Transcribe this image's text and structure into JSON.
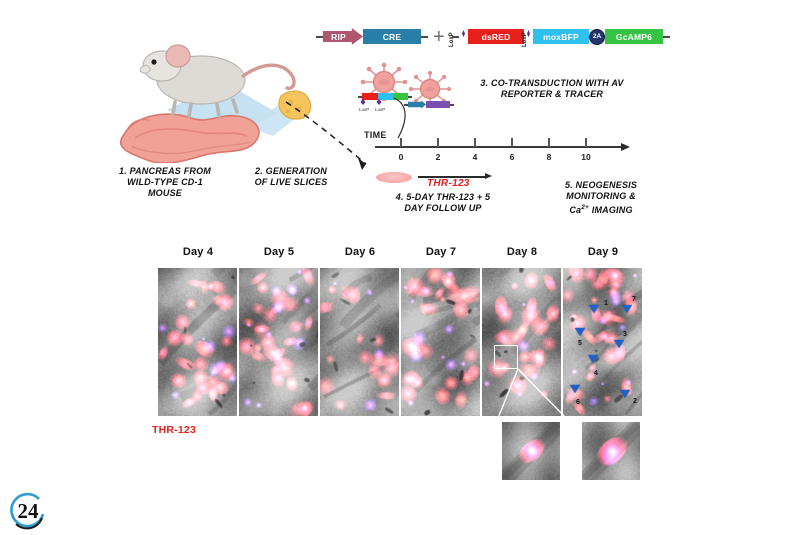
{
  "figure": {
    "page_badge": "24",
    "workflow": {
      "steps": [
        {
          "id": 1,
          "text": "1. PANCREAS FROM\nWILD-TYPE CD-1\nMOUSE"
        },
        {
          "id": 2,
          "text": "2. GENERATION\nOF LIVE SLICES"
        },
        {
          "id": 3,
          "text": "3. CO-TRANSDUCTION WITH AV\nREPORTER & TRACER"
        },
        {
          "id": 4,
          "text": "4. 5-DAY THR-123 + 5\nDAY FOLLOW UP"
        },
        {
          "id": 5,
          "text": "5. NEOGENESIS\nMONITORING &\nCa2+ IMAGING"
        }
      ],
      "step5_lines": [
        "5. NEOGENESIS",
        "MONITORING &",
        "Ca",
        "2+",
        " IMAGING"
      ],
      "constructs": {
        "driver": [
          {
            "label": "RIP",
            "color": "#b1566f",
            "shape": "arrow"
          },
          {
            "label": "CRE",
            "color": "#2a7fa8",
            "shape": "box"
          }
        ],
        "plus_sign": "+",
        "reporter": [
          {
            "label": "dsRED",
            "color": "#e8201c",
            "shape": "box"
          },
          {
            "label": "moxBFP",
            "color": "#2ec0ef",
            "shape": "box"
          },
          {
            "label": "2A",
            "color": "#23356b",
            "shape": "circle"
          },
          {
            "label": "GcAMP6",
            "color": "#35c443",
            "shape": "box"
          }
        ],
        "lox_sites": [
          "LoxP",
          "LoxP"
        ]
      },
      "timeline": {
        "axis_label": "TIME",
        "ticks": [
          "0",
          "2",
          "4",
          "6",
          "8",
          "10"
        ],
        "treatment_label": "THR-123"
      }
    },
    "microscopy": {
      "row_label": "THR-123",
      "day_labels": [
        "Day 4",
        "Day 5",
        "Day 6",
        "Day 7",
        "Day 8",
        "Day 9"
      ],
      "arrow_numbers": [
        "1",
        "2",
        "3",
        "4",
        "5",
        "6",
        "7"
      ],
      "insets_count": 2,
      "roi_panel": "Day 8"
    },
    "colors": {
      "accent_red": "#e8201c",
      "cre_blue": "#2a7fa8",
      "rip_mauve": "#b1566f",
      "moxbfp_cyan": "#2ec0ef",
      "gcamp_green": "#35c443",
      "arrowhead_blue": "#1f63c9",
      "badge_blue": "#2e9bd6"
    }
  }
}
